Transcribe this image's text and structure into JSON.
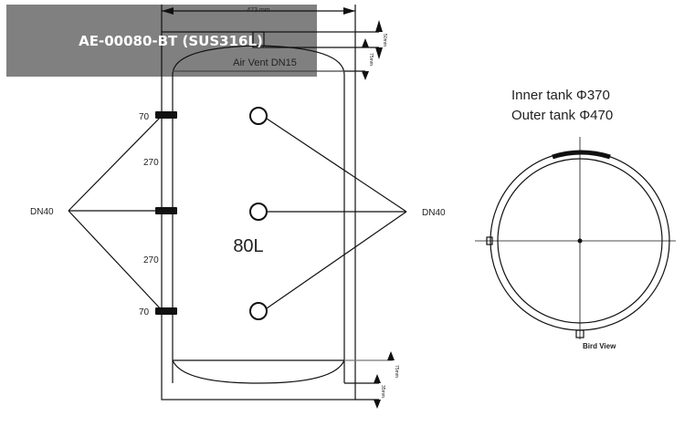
{
  "title": "AE-00080-BT (SUS316L)",
  "dimensions": {
    "width": "473 mm",
    "top_offset": "50mm",
    "dome_top": "75mm",
    "dome_bottom": "75mm",
    "bottom_offset": "35mm"
  },
  "labels": {
    "air_vent": "Air Vent  DN15",
    "capacity": "80L",
    "left_ports": "DN40",
    "right_ports": "DN40",
    "spacing_top": "70",
    "spacing_mid1": "270",
    "spacing_mid2": "270",
    "spacing_bottom": "70"
  },
  "bird_view": {
    "inner": "Inner tank Φ370",
    "outer": "Outer tank Φ470",
    "caption": "Bird View"
  }
}
